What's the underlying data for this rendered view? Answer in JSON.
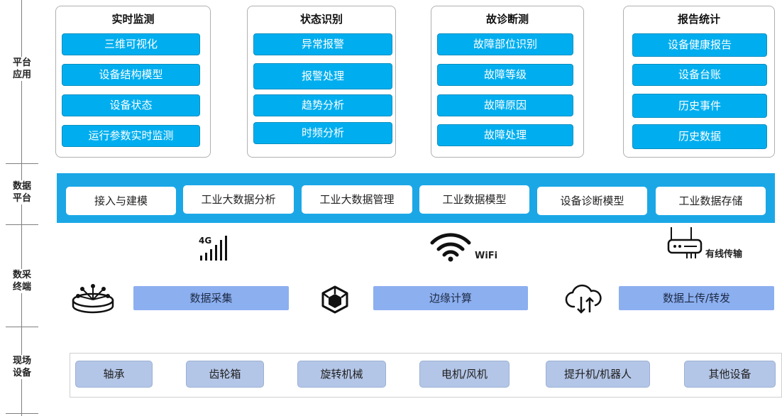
{
  "layers": [
    "平台\n应用",
    "数据\n平台",
    "数采\n终端",
    "现场\n设备"
  ],
  "app_groups": [
    {
      "title": "实时监测",
      "items": [
        "三维可视化",
        "设备结构模型",
        "设备状态",
        "运行参数实时监测"
      ]
    },
    {
      "title": "状态识别",
      "items": [
        "异常报警",
        "报警处理",
        "趋势分析",
        "时频分析"
      ]
    },
    {
      "title": "故诊断测",
      "items": [
        "故障部位识别",
        "故障等级",
        "故障原因",
        "故障处理"
      ]
    },
    {
      "title": "报告统计",
      "items": [
        "设备健康报告",
        "设备台账",
        "历史事件",
        "历史数据"
      ]
    }
  ],
  "data_platform": [
    "接入与建模",
    "工业大数据分析",
    "工业大数据管理",
    "工业数据模型",
    "设备诊断模型",
    "工业数据存储"
  ],
  "network": {
    "cellular_label": "4G",
    "wifi_label": "WiFi",
    "wired_label": "有线传输"
  },
  "terminal": [
    "数据采集",
    "边缘计算",
    "数据上传/转发"
  ],
  "equipment": [
    "轴承",
    "齿轮箱",
    "旋转机械",
    "电机/风机",
    "提升机/机器人",
    "其他设备"
  ],
  "colors": {
    "pill": "#00aeef",
    "band": "#1ba7e6",
    "terminal_bar": "#8caff0",
    "equipment": "#b4c6e7"
  }
}
